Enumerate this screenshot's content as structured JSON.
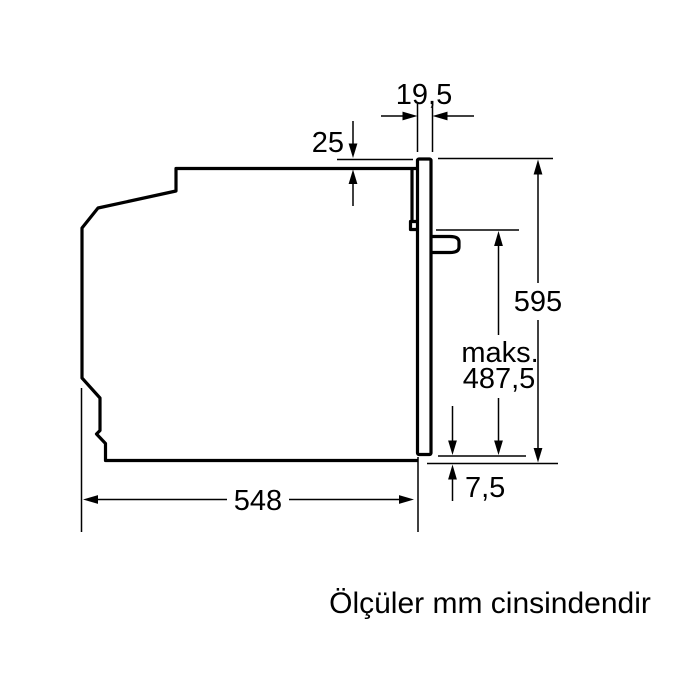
{
  "page": {
    "background_color": "#ffffff",
    "line_color": "#000000"
  },
  "diagram": {
    "type": "appliance-installation-drawing",
    "caption": "Ölçüler mm cinsindendir",
    "labels": {
      "frame_depth": "19,5",
      "top_offset": "25",
      "height": "595",
      "max_prefix": "maks.",
      "max_value": "487,5",
      "bottom_overhang": "7,5",
      "depth": "548"
    }
  }
}
